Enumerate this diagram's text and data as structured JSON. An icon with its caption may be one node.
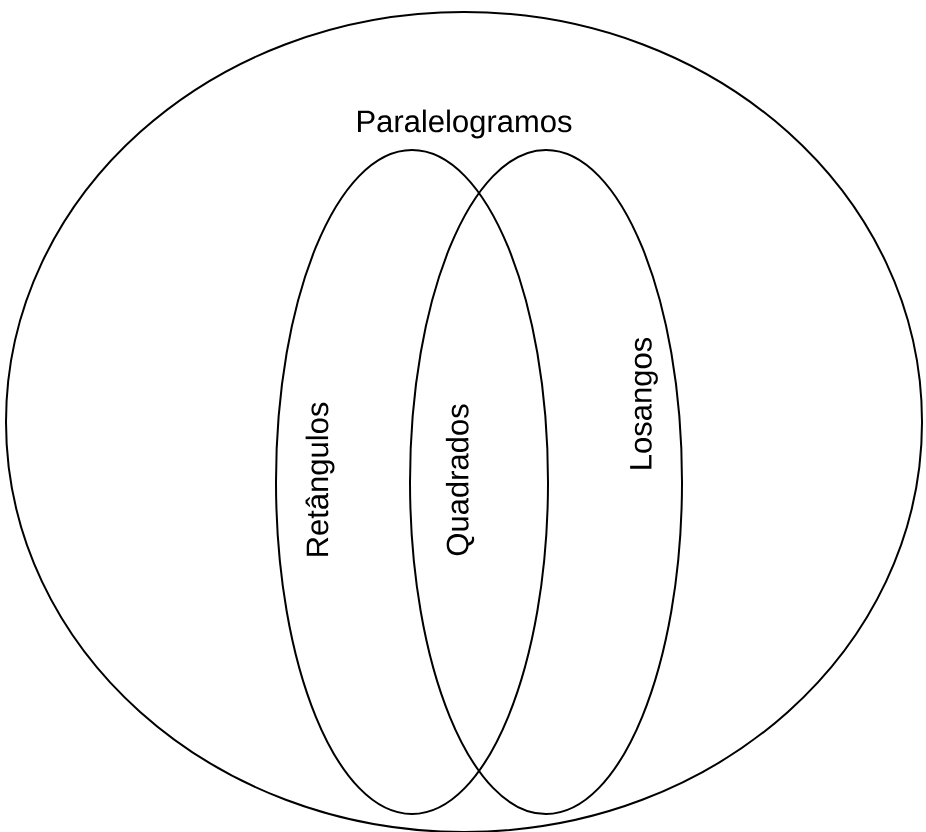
{
  "diagram": {
    "nodes": [
      {
        "text": [
          "Paralelogramos"
        ]
      },
      {
        "text": [
          "Retângulos"
        ],
        "in": 0
      },
      {
        "text": [
          "Losangos"
        ],
        "in": 0
      }
    ],
    "labels": [
      "Quadrados"
    ]
  }
}
